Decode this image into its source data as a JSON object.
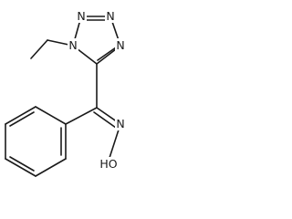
{
  "molecule": {
    "atoms": {
      "n_top_left": "N",
      "n_top_right": "N",
      "n_ethyl": "N",
      "n_ring_right": "N",
      "n_oxime": "N",
      "hydroxyl": "HO"
    }
  },
  "colors": {
    "bond": "#1a1a1a",
    "background": "#ffffff"
  }
}
